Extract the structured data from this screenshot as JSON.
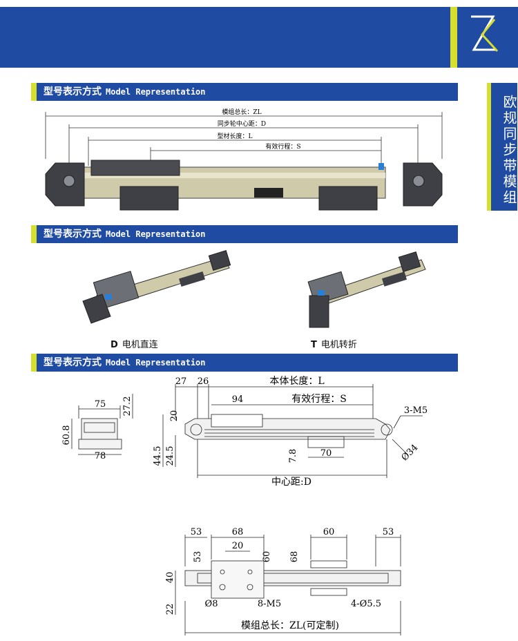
{
  "header": {
    "logo_letters": "ZK",
    "brand_color": "#1f4ba3",
    "accent_color": "#d6de2e"
  },
  "sidetab": {
    "text": "欧规同步带模组"
  },
  "sections": [
    {
      "cn": "型号表示方式",
      "en": "Model Representation"
    },
    {
      "cn": "型号表示方式",
      "en": "Model Representation"
    },
    {
      "cn": "型号表示方式",
      "en": "Model Representation"
    }
  ],
  "overview": {
    "dim_zl": "模组总长：ZL",
    "dim_d": "同步轮中心距：D",
    "dim_l": "型材长度：L",
    "dim_s": "有效行程：S"
  },
  "variants": [
    {
      "code": "D",
      "name": "电机直连"
    },
    {
      "code": "T",
      "name": "电机转折"
    }
  ],
  "end_view": {
    "w_top": "75",
    "w_bottom": "78",
    "h_total": "60.8",
    "h_top": "27.2"
  },
  "side_view": {
    "d27": "27",
    "d26": "26",
    "body_len": "本体长度：L",
    "d94": "94",
    "stroke": "有效行程：S",
    "thread": "3-M5",
    "d20": "20",
    "d44": "44.5",
    "d24": "24.5",
    "d7": "7.8",
    "d70": "70",
    "dia34": "Ø34",
    "center": "中心距:D"
  },
  "top_view": {
    "d53a": "53",
    "d68a": "68",
    "d20": "20",
    "d60a": "60",
    "d53b": "53",
    "d53c": "53",
    "d60b": "60",
    "d68b": "68",
    "d40": "40",
    "d22": "22",
    "dia8": "Ø8",
    "m5": "8-M5",
    "hole": "4-Ø5.5",
    "total": "模组总长：ZL(可定制)"
  }
}
